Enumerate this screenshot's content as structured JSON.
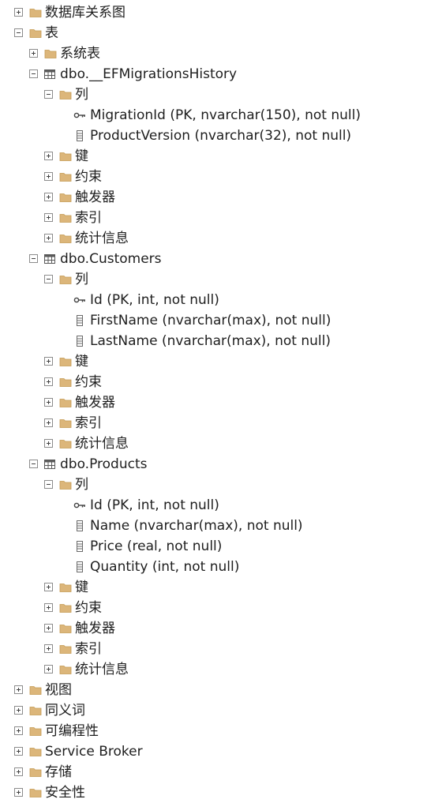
{
  "tree": [
    {
      "label": "数据库关系图",
      "level": 0,
      "expander": "plus",
      "icon": "folder-icon"
    },
    {
      "label": "表",
      "level": 0,
      "expander": "minus",
      "icon": "folder-icon"
    },
    {
      "label": "系统表",
      "level": 1,
      "expander": "plus",
      "icon": "folder-icon"
    },
    {
      "label": "dbo.__EFMigrationsHistory",
      "level": 1,
      "expander": "minus",
      "icon": "table-icon"
    },
    {
      "label": "列",
      "level": 2,
      "expander": "minus",
      "icon": "folder-icon"
    },
    {
      "label": "MigrationId (PK, nvarchar(150), not null)",
      "level": 3,
      "expander": "",
      "icon": "primary-key-icon"
    },
    {
      "label": "ProductVersion (nvarchar(32), not null)",
      "level": 3,
      "expander": "",
      "icon": "column-icon"
    },
    {
      "label": "键",
      "level": 2,
      "expander": "plus",
      "icon": "folder-icon"
    },
    {
      "label": "约束",
      "level": 2,
      "expander": "plus",
      "icon": "folder-icon"
    },
    {
      "label": "触发器",
      "level": 2,
      "expander": "plus",
      "icon": "folder-icon"
    },
    {
      "label": "索引",
      "level": 2,
      "expander": "plus",
      "icon": "folder-icon"
    },
    {
      "label": "统计信息",
      "level": 2,
      "expander": "plus",
      "icon": "folder-icon"
    },
    {
      "label": "dbo.Customers",
      "level": 1,
      "expander": "minus",
      "icon": "table-icon"
    },
    {
      "label": "列",
      "level": 2,
      "expander": "minus",
      "icon": "folder-icon"
    },
    {
      "label": "Id (PK, int, not null)",
      "level": 3,
      "expander": "",
      "icon": "primary-key-icon"
    },
    {
      "label": "FirstName (nvarchar(max), not null)",
      "level": 3,
      "expander": "",
      "icon": "column-icon"
    },
    {
      "label": "LastName (nvarchar(max), not null)",
      "level": 3,
      "expander": "",
      "icon": "column-icon"
    },
    {
      "label": "键",
      "level": 2,
      "expander": "plus",
      "icon": "folder-icon"
    },
    {
      "label": "约束",
      "level": 2,
      "expander": "plus",
      "icon": "folder-icon"
    },
    {
      "label": "触发器",
      "level": 2,
      "expander": "plus",
      "icon": "folder-icon"
    },
    {
      "label": "索引",
      "level": 2,
      "expander": "plus",
      "icon": "folder-icon"
    },
    {
      "label": "统计信息",
      "level": 2,
      "expander": "plus",
      "icon": "folder-icon"
    },
    {
      "label": "dbo.Products",
      "level": 1,
      "expander": "minus",
      "icon": "table-icon"
    },
    {
      "label": "列",
      "level": 2,
      "expander": "minus",
      "icon": "folder-icon"
    },
    {
      "label": "Id (PK, int, not null)",
      "level": 3,
      "expander": "",
      "icon": "primary-key-icon"
    },
    {
      "label": "Name (nvarchar(max), not null)",
      "level": 3,
      "expander": "",
      "icon": "column-icon"
    },
    {
      "label": "Price (real, not null)",
      "level": 3,
      "expander": "",
      "icon": "column-icon"
    },
    {
      "label": "Quantity (int, not null)",
      "level": 3,
      "expander": "",
      "icon": "column-icon"
    },
    {
      "label": "键",
      "level": 2,
      "expander": "plus",
      "icon": "folder-icon"
    },
    {
      "label": "约束",
      "level": 2,
      "expander": "plus",
      "icon": "folder-icon"
    },
    {
      "label": "触发器",
      "level": 2,
      "expander": "plus",
      "icon": "folder-icon"
    },
    {
      "label": "索引",
      "level": 2,
      "expander": "plus",
      "icon": "folder-icon"
    },
    {
      "label": "统计信息",
      "level": 2,
      "expander": "plus",
      "icon": "folder-icon"
    },
    {
      "label": "视图",
      "level": 0,
      "expander": "plus",
      "icon": "folder-icon"
    },
    {
      "label": "同义词",
      "level": 0,
      "expander": "plus",
      "icon": "folder-icon"
    },
    {
      "label": "可编程性",
      "level": 0,
      "expander": "plus",
      "icon": "folder-icon"
    },
    {
      "label": "Service Broker",
      "level": 0,
      "expander": "plus",
      "icon": "folder-icon"
    },
    {
      "label": "存储",
      "level": 0,
      "expander": "plus",
      "icon": "folder-icon"
    },
    {
      "label": "安全性",
      "level": 0,
      "expander": "plus",
      "icon": "folder-icon"
    }
  ],
  "colors": {
    "folder": "#dcb67a",
    "folder_dark": "#c49a53",
    "table": "#5a5a5a",
    "key": "#424242",
    "column": "#6a6a6a",
    "text": "#1e1e1e"
  }
}
